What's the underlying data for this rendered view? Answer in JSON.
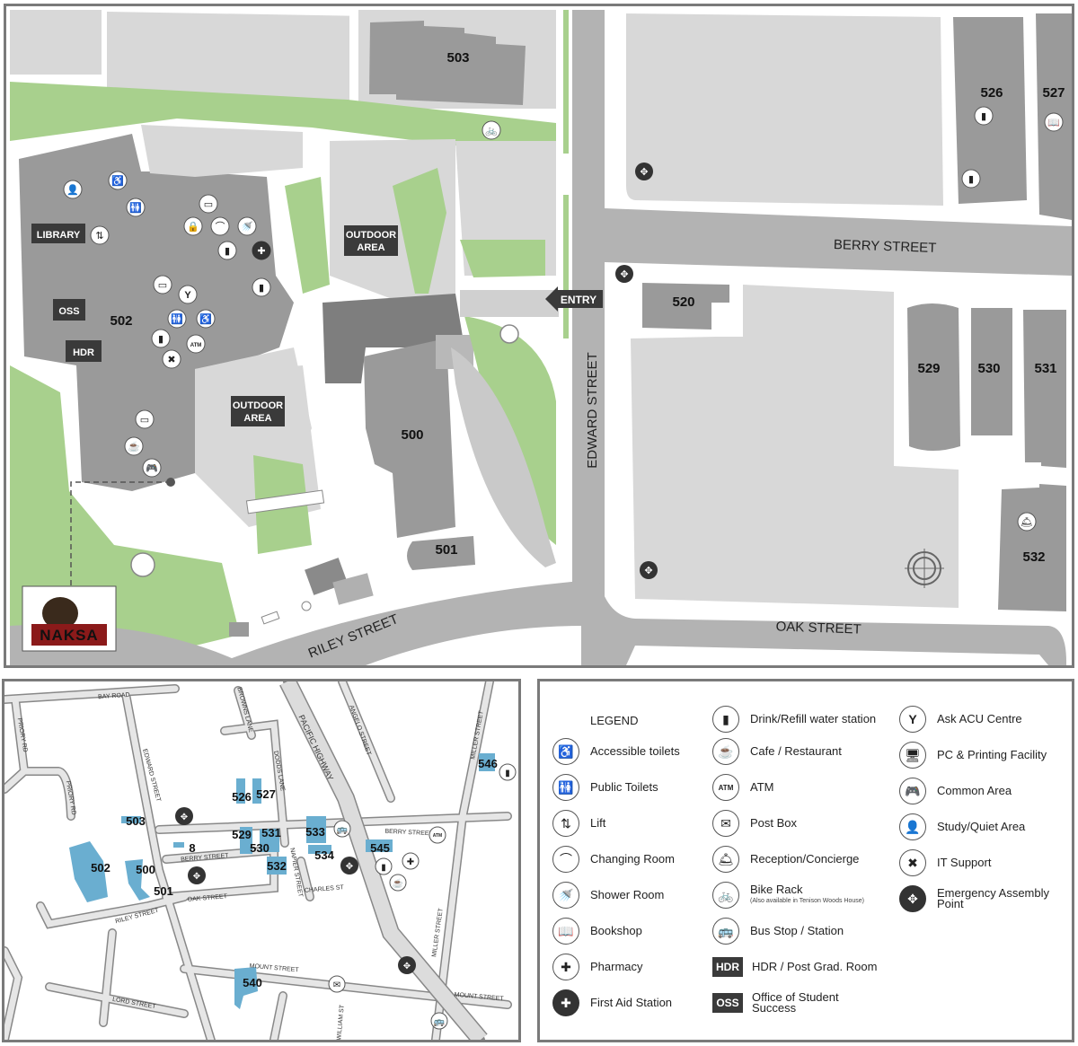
{
  "main_map": {
    "buildings": [
      {
        "id": "503",
        "label": "503"
      },
      {
        "id": "526",
        "label": "526"
      },
      {
        "id": "527",
        "label": "527"
      },
      {
        "id": "502",
        "label": "502"
      },
      {
        "id": "520",
        "label": "520"
      },
      {
        "id": "500",
        "label": "500"
      },
      {
        "id": "501",
        "label": "501"
      },
      {
        "id": "529",
        "label": "529"
      },
      {
        "id": "530",
        "label": "530"
      },
      {
        "id": "531",
        "label": "531"
      },
      {
        "id": "532",
        "label": "532"
      }
    ],
    "area_tags": {
      "library": "LIBRARY",
      "oss": "OSS",
      "hdr": "HDR",
      "outdoor_area_1_line1": "OUTDOOR",
      "outdoor_area_1_line2": "AREA",
      "outdoor_area_2_line1": "OUTDOOR",
      "outdoor_area_2_line2": "AREA"
    },
    "entry_label": "ENTRY",
    "streets": {
      "berry": "BERRY STREET",
      "edward": "EDWARD STREET",
      "oak": "OAK STREET",
      "riley": "RILEY STREET"
    },
    "logo_text": "NAKSA",
    "colors": {
      "building": "#9a9a9a",
      "paved": "#d8d8d8",
      "road": "#b3b3b3",
      "green": "#a8d08d",
      "dark_building": "#7e7e7e",
      "tag": "#3a3a3a"
    }
  },
  "inset_map": {
    "buildings": [
      "503",
      "502",
      "500",
      "501",
      "8",
      "526",
      "527",
      "529",
      "530",
      "531",
      "532",
      "533",
      "534",
      "545",
      "546",
      "540"
    ],
    "streets": {
      "bay_road": "BAY ROAD",
      "edward_street": "EDWARD STREET",
      "browns_lane": "BROWNS LANE",
      "dodds_lane": "DODDS LANE",
      "pacific_highway": "PACIFIC HIGHWAY",
      "angelo_street": "ANGELO STREET",
      "miller_street_1": "MILLER STREET",
      "miller_street_2": "MILLER STREET",
      "berry_street_1": "BERRY STREET",
      "berry_street_2": "BERRY STREET",
      "napier_street": "NAPIER STREET",
      "charles_st": "CHARLES ST",
      "oak_street": "OAK STREET",
      "riley_street": "RILEY STREET",
      "mount_street_1": "MOUNT STREET",
      "mount_street_2": "MOUNT STREET",
      "lord_street": "LORD STREET",
      "william_st": "WILLIAM ST",
      "priory_rd_1": "PRIORY RD",
      "priory_rd_2": "PRIORY RD"
    },
    "colors": {
      "building": "#6aaed0",
      "road_fill": "#e6e6e6",
      "road_edge": "#888888"
    }
  },
  "legend": {
    "title": "LEGEND",
    "col1": [
      {
        "icon": "accessible-toilets-icon",
        "glyph": "♿",
        "label": "Accessible toilets"
      },
      {
        "icon": "public-toilets-icon",
        "glyph": "🚻",
        "label": "Public Toilets"
      },
      {
        "icon": "lift-icon",
        "glyph": "⇅",
        "label": "Lift"
      },
      {
        "icon": "changing-room-icon",
        "glyph": "⌒",
        "label": "Changing Room"
      },
      {
        "icon": "shower-icon",
        "glyph": "🚿",
        "label": "Shower Room"
      },
      {
        "icon": "bookshop-icon",
        "glyph": "📖",
        "label": "Bookshop"
      },
      {
        "icon": "pharmacy-icon",
        "glyph": "✚",
        "label": "Pharmacy"
      },
      {
        "icon": "first-aid-icon",
        "glyph": "✚",
        "label": "First Aid Station"
      }
    ],
    "col2": [
      {
        "icon": "water-station-icon",
        "glyph": "▮",
        "label": "Drink/Refill water station"
      },
      {
        "icon": "cafe-icon",
        "glyph": "☕",
        "label": "Cafe / Restaurant"
      },
      {
        "icon": "atm-icon",
        "glyph": "ATM",
        "label": "ATM"
      },
      {
        "icon": "post-box-icon",
        "glyph": "✉",
        "label": "Post Box"
      },
      {
        "icon": "reception-icon",
        "glyph": "🛎",
        "label": "Reception/Concierge"
      },
      {
        "icon": "bike-rack-icon",
        "glyph": "🚲",
        "label": "Bike Rack",
        "sublabel": "(Also available in Tenison Woods House)"
      },
      {
        "icon": "bus-stop-icon",
        "glyph": "🚌",
        "label": "Bus Stop  / Station"
      },
      {
        "icon": "hdr-tag-icon",
        "glyph": "HDR",
        "label": "HDR / Post Grad. Room"
      },
      {
        "icon": "oss-tag-icon",
        "glyph": "OSS",
        "label": "Office of Student Success"
      }
    ],
    "col3": [
      {
        "icon": "ask-acu-icon",
        "glyph": "Y",
        "label": "Ask ACU Centre"
      },
      {
        "icon": "pc-printing-icon",
        "glyph": "🖥",
        "label": "PC & Printing Facility"
      },
      {
        "icon": "common-area-icon",
        "glyph": "🎮",
        "label": "Common Area"
      },
      {
        "icon": "study-area-icon",
        "glyph": "👤",
        "label": "Study/Quiet Area"
      },
      {
        "icon": "it-support-icon",
        "glyph": "✖",
        "label": "IT Support"
      },
      {
        "icon": "emergency-assembly-icon",
        "glyph": "✥",
        "label": "Emergency Assembly Point"
      }
    ]
  }
}
